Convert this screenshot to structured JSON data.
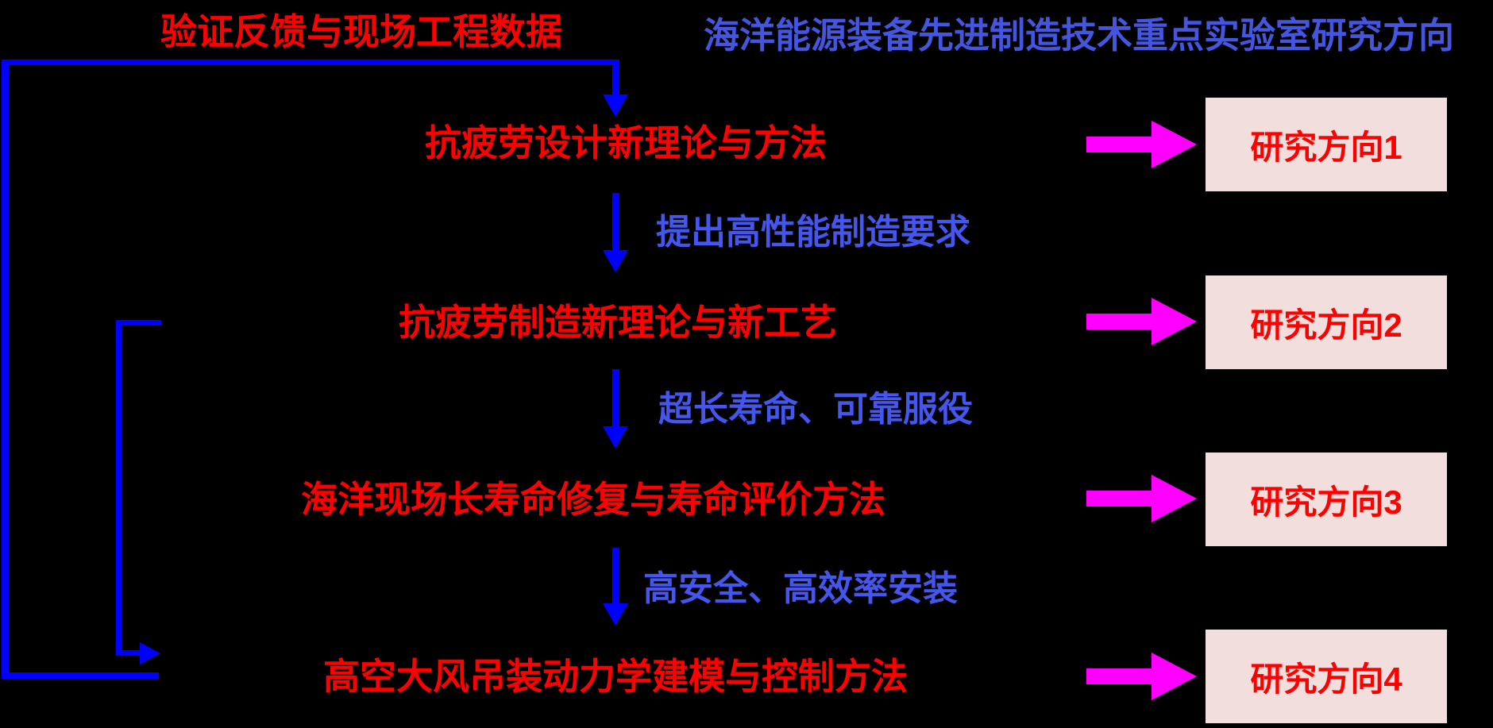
{
  "colors": {
    "background": "#000000",
    "red_text": "#FF0000",
    "line_blue": "#0000FF",
    "label_blue": "#4456EE",
    "title_blue": "#4456E0",
    "arrow_magenta": "#FF00FF",
    "box_fill": "#F2DEDC"
  },
  "header": {
    "feedback_label": "验证反馈与现场工程数据",
    "title": "海洋能源装备先进制造技术重点实验室研究方向"
  },
  "flow": {
    "steps": [
      "抗疲劳设计新理论与方法",
      "抗疲劳制造新理论与新工艺",
      "海洋现场长寿命修复与寿命评价方法",
      "高空大风吊装动力学建模与控制方法"
    ],
    "transitions": [
      "提出高性能制造要求",
      "超长寿命、可靠服役",
      "高安全、高效率安装"
    ]
  },
  "directions": [
    "研究方向1",
    "研究方向2",
    "研究方向3",
    "研究方向4"
  ]
}
